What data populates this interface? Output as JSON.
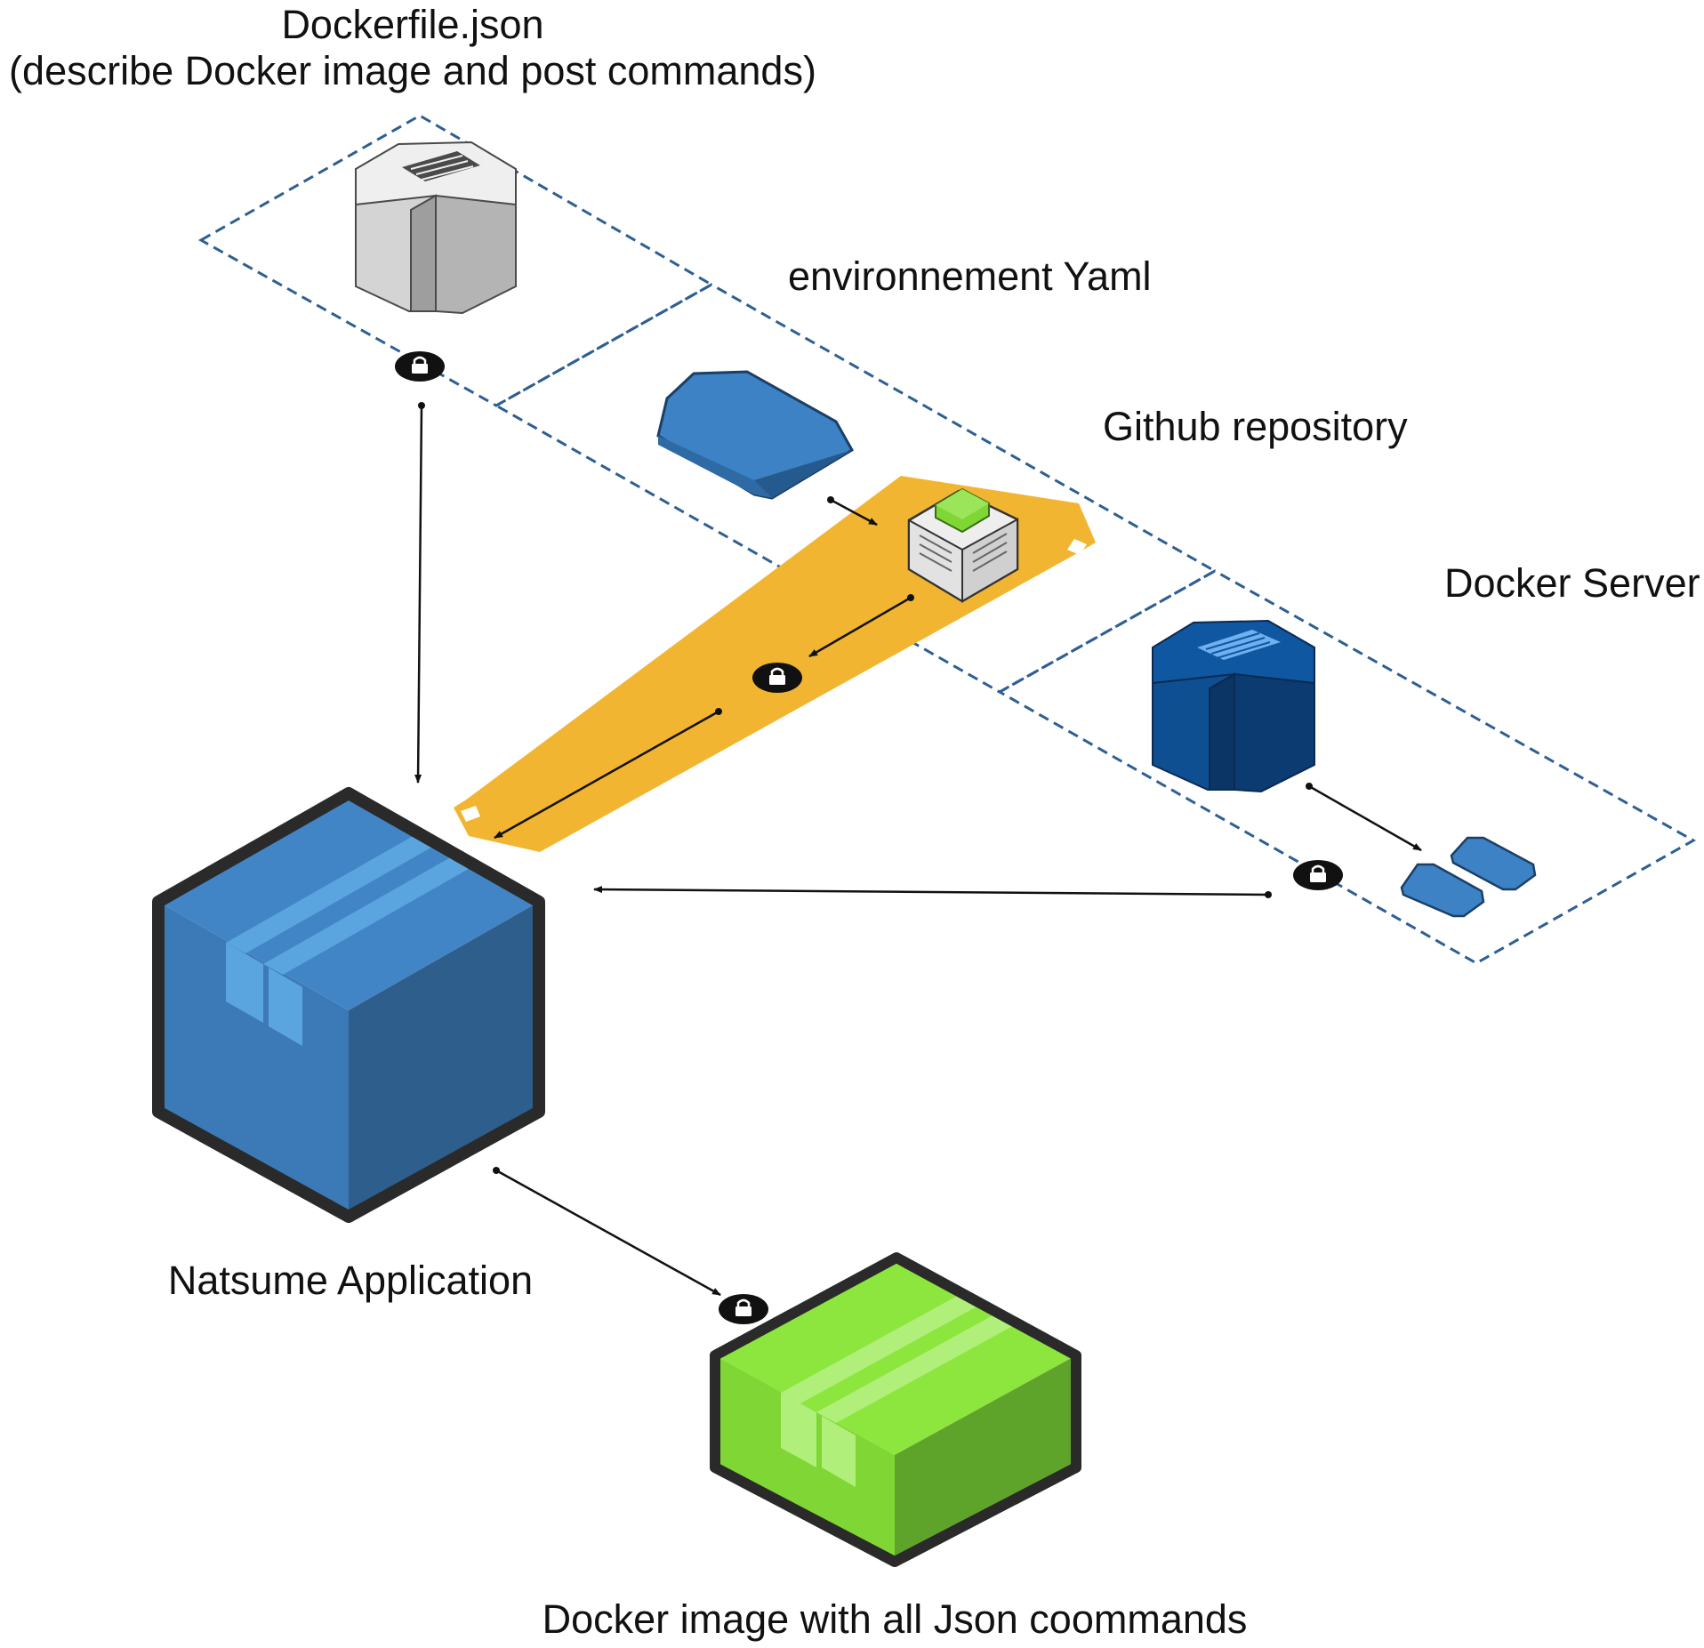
{
  "labels": {
    "dockerfile_title": "Dockerfile.json",
    "dockerfile_subtitle": "(describe Docker image and post commands)",
    "env_yaml": "environnement Yaml",
    "github_repo": "Github repository",
    "docker_server": "Docker Server",
    "natsume_app": "Natsume Application",
    "docker_image": "Docker image with all Json coommands"
  },
  "icons": [
    {
      "name": "server-icon",
      "role": "Dockerfile.json"
    },
    {
      "name": "tray-icon",
      "role": "environnement Yaml"
    },
    {
      "name": "repository-icon",
      "role": "Github repository"
    },
    {
      "name": "server-icon",
      "role": "Docker Server"
    },
    {
      "name": "package-icon",
      "role": "Natsume Application"
    },
    {
      "name": "package-icon",
      "role": "Docker image with all Json coommands"
    },
    {
      "name": "lock-icon",
      "role": "secured connection"
    }
  ],
  "colors": {
    "dashed_border": "#2E5F93",
    "pipe": "#F2B531",
    "blue_front": "#3C7AB7",
    "blue_right": "#2E5E8B",
    "blue_top": "#4285C6",
    "green_front": "#7FD634",
    "green_right": "#5FA42A",
    "green_top": "#8DE63E",
    "navy_server": "#0F4C8E",
    "grey_server": "#D8D8D8",
    "outline": "#2A2A2A"
  }
}
